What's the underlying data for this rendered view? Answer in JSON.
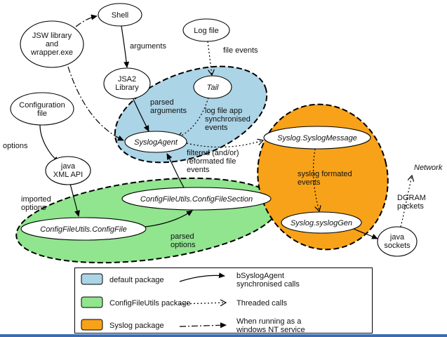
{
  "colors": {
    "default_package": "#abd4e6",
    "configfileutils_package": "#90e58e",
    "syslog_package": "#f7a219",
    "bottom_bar": "#3b6cb4"
  },
  "nodes": {
    "shell": {
      "label": "Shell"
    },
    "jsw": {
      "line1": "JSW library",
      "line2": "and",
      "line3": "wrapper.exe"
    },
    "logfile": {
      "label": "Log file"
    },
    "jsa2": {
      "line1": "JSA2",
      "line2": "Library"
    },
    "tail": {
      "label": "Tail"
    },
    "config": {
      "line1": "Configuration",
      "line2": "file"
    },
    "syslogagent": {
      "label": "SyslogAgent"
    },
    "javaxml": {
      "line1": "java",
      "line2": "XML API"
    },
    "syslogmessage": {
      "label": "Syslog.SyslogMessage"
    },
    "configsection": {
      "label": "ConfigFileUtils.ConfigFileSection"
    },
    "configfile": {
      "label": "ConfigFileUtils.ConfigFile"
    },
    "sysloggen": {
      "label": "Syslog.syslogGen"
    },
    "sockets": {
      "line1": "java",
      "line2": "sockets"
    }
  },
  "labels": {
    "arguments": "arguments",
    "file_events": "file events",
    "parsed_args_1": "parsed",
    "parsed_args_2": "arguments",
    "logapp_1": "log file app",
    "logapp_2": "synchronised",
    "logapp_3": "events",
    "filtered_1": "filtered (and/or)",
    "filtered_2": "reformated file",
    "filtered_3": "events",
    "options": "options",
    "imported_1": "imported",
    "imported_2": "options",
    "parsed_opts_1": "parsed",
    "parsed_opts_2": "options",
    "syslog_fmt_1": "syslog formated",
    "syslog_fmt_2": "events",
    "dgram_1": "DGRAM",
    "dgram_2": "packets",
    "network": "Network"
  },
  "legend": {
    "items": [
      {
        "label": "default package"
      },
      {
        "label": "ConfigFileUtils package"
      },
      {
        "label": "Syslog package"
      }
    ],
    "calls": [
      {
        "line1": "bSyslogAgent",
        "line2": "synchronised calls"
      },
      {
        "line1": "Threaded calls",
        "line2": ""
      },
      {
        "line1": "When running as a",
        "line2": "windows NT service"
      }
    ]
  }
}
